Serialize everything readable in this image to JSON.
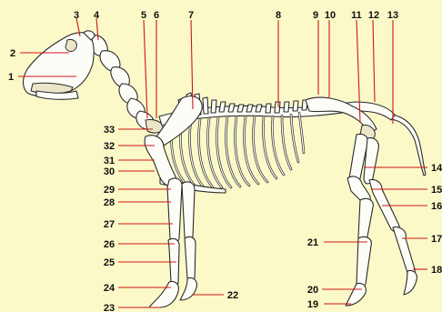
{
  "labels": {
    "l1": "1",
    "l2": "2",
    "l3": "3",
    "l4": "4",
    "l5": "5",
    "l6": "6",
    "l7": "7",
    "l8": "8",
    "l9": "9",
    "l10": "10",
    "l11": "11",
    "l12": "12",
    "l13": "13",
    "l14": "14",
    "l15": "15",
    "l16": "16",
    "l17": "17",
    "l18": "18",
    "l19": "19",
    "l20": "20",
    "l21": "21",
    "l22": "22",
    "l23": "23",
    "l24": "24",
    "l25": "25",
    "l26": "26",
    "l27": "27",
    "l28": "28",
    "l29": "29",
    "l30": "30",
    "l31": "31",
    "l32": "32",
    "l33": "33"
  },
  "colors": {
    "background": "#fbf9c8",
    "leader": "#d01515",
    "bone": "#fdfdf8",
    "outline": "#2a2a2a"
  }
}
